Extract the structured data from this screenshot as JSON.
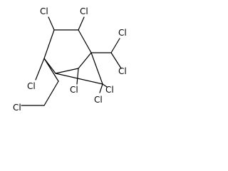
{
  "molecule": {
    "atoms": {
      "cl_top_left": "Cl",
      "cl_top_right": "Cl",
      "cl_right_upper": "Cl",
      "cl_right_lower": "Cl",
      "cl_mid_left": "Cl",
      "cl_bottom_left": "Cl",
      "cl_center_bottom": "Cl",
      "cl_center_right": "Cl",
      "cl_bottom_right": "Cl"
    },
    "colors": {
      "bond": "#000000",
      "label": "#000000",
      "background": "#ffffff"
    }
  }
}
